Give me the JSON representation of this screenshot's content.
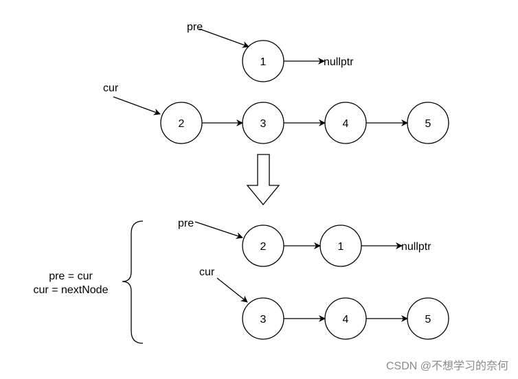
{
  "top": {
    "pre_label": "pre",
    "cur_label": "cur",
    "pre_node": "1",
    "pre_next": "nullptr",
    "list": [
      "2",
      "3",
      "4",
      "5"
    ]
  },
  "bottom": {
    "pre_label": "pre",
    "cur_label": "cur",
    "pre_list": [
      "2",
      "1"
    ],
    "pre_next": "nullptr",
    "cur_list": [
      "3",
      "4",
      "5"
    ]
  },
  "note": {
    "line1": "pre = cur",
    "line2": "cur = nextNode"
  },
  "watermark": "CSDN @不想学习的奈何"
}
